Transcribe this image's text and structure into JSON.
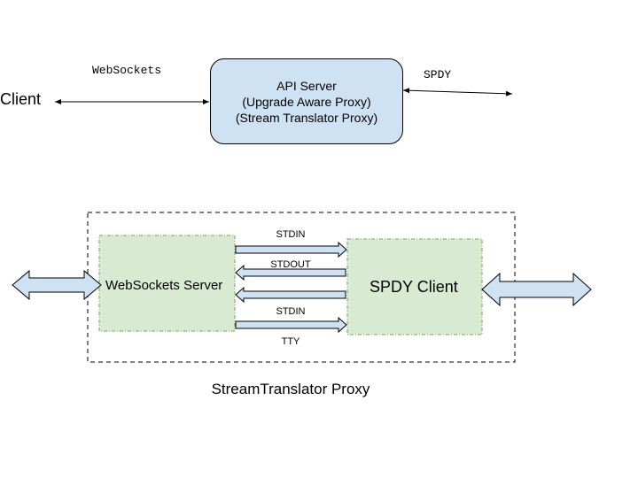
{
  "top": {
    "client_label": "Client",
    "websockets_label": "WebSockets",
    "spdy_label": "SPDY",
    "api_server": {
      "title": "API Server",
      "line2": "(Upgrade Aware Proxy)",
      "line3": "(Stream Translator Proxy)"
    }
  },
  "bottom": {
    "websockets_server_label": "WebSockets Server",
    "spdy_client_label": "SPDY Client",
    "proxy_label": "StreamTranslator Proxy",
    "streams": [
      "STDIN",
      "STDOUT",
      "STDIN",
      "TTY"
    ]
  },
  "colors": {
    "api_box_fill": "#cfe2f3",
    "green_fill": "#d9ead3",
    "arrow_fill": "#cfe2f3"
  }
}
